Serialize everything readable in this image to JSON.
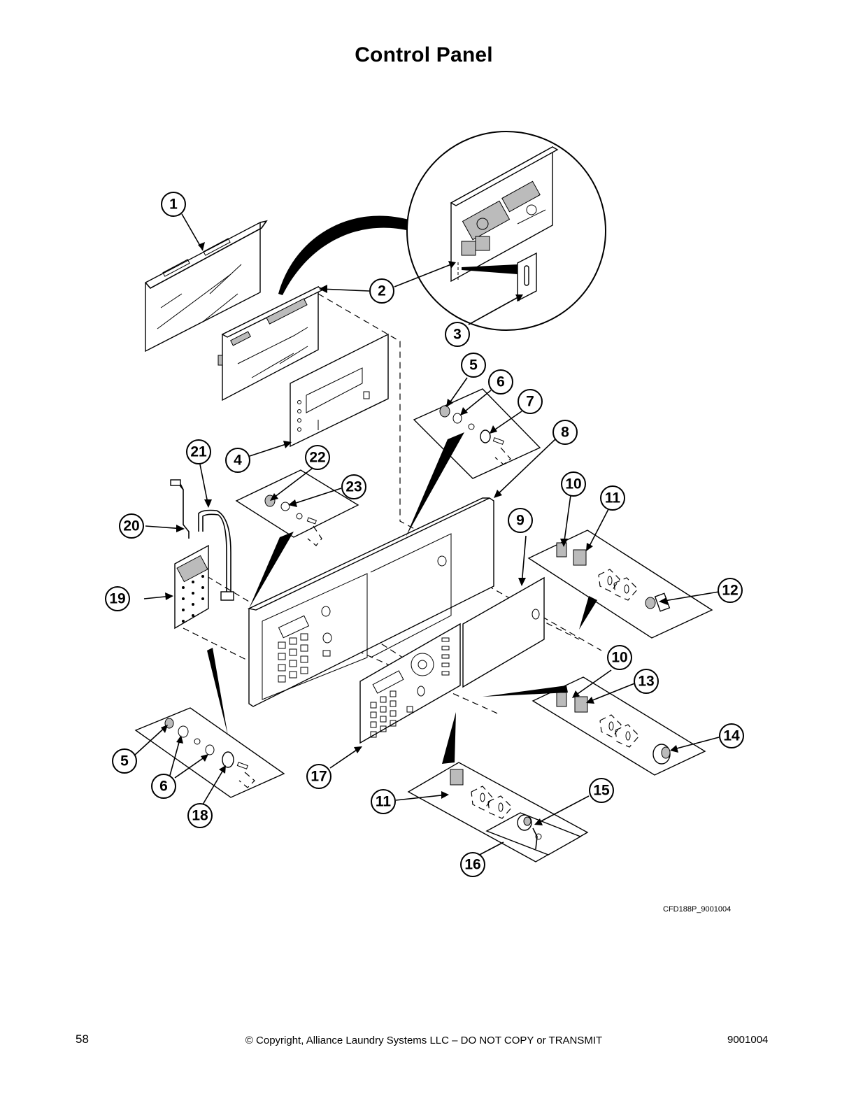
{
  "page": {
    "title": "Control Panel",
    "figure_id": "CFD188P_9001004",
    "page_number": "58",
    "copyright": "© Copyright, Alliance Laundry Systems LLC – DO NOT COPY or TRANSMIT",
    "doc_number": "9001004"
  },
  "callouts": [
    {
      "id": "c1",
      "label": "1"
    },
    {
      "id": "c2",
      "label": "2"
    },
    {
      "id": "c3",
      "label": "3"
    },
    {
      "id": "c4",
      "label": "4"
    },
    {
      "id": "c5a",
      "label": "5"
    },
    {
      "id": "c6a",
      "label": "6"
    },
    {
      "id": "c7",
      "label": "7"
    },
    {
      "id": "c8",
      "label": "8"
    },
    {
      "id": "c9",
      "label": "9"
    },
    {
      "id": "c10a",
      "label": "10"
    },
    {
      "id": "c11a",
      "label": "11"
    },
    {
      "id": "c12",
      "label": "12"
    },
    {
      "id": "c10b",
      "label": "10"
    },
    {
      "id": "c13",
      "label": "13"
    },
    {
      "id": "c14",
      "label": "14"
    },
    {
      "id": "c21",
      "label": "21"
    },
    {
      "id": "c22",
      "label": "22"
    },
    {
      "id": "c23",
      "label": "23"
    },
    {
      "id": "c20",
      "label": "20"
    },
    {
      "id": "c19",
      "label": "19"
    },
    {
      "id": "c5b",
      "label": "5"
    },
    {
      "id": "c6b",
      "label": "6"
    },
    {
      "id": "c18",
      "label": "18"
    },
    {
      "id": "c17",
      "label": "17"
    },
    {
      "id": "c11b",
      "label": "11"
    },
    {
      "id": "c15",
      "label": "15"
    },
    {
      "id": "c16",
      "label": "16"
    }
  ]
}
